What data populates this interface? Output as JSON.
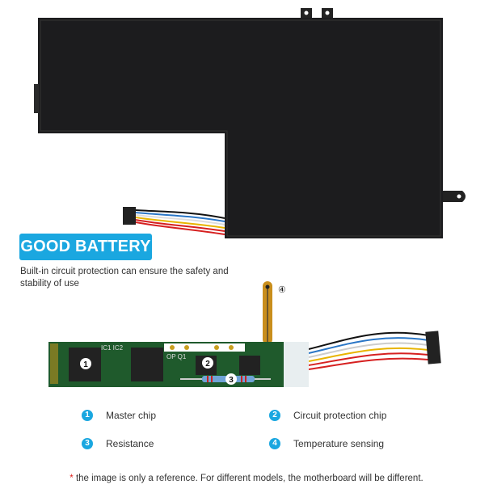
{
  "badge": "GOOD BATTERY",
  "description": "Built-in circuit protection can ensure the safety and stability of use",
  "board_labels": {
    "ic": "IC1 IC2",
    "op": "OP Q1",
    "m1": "1",
    "m2": "2",
    "m3": "3",
    "m4": "④"
  },
  "legend": [
    {
      "num": "1",
      "label": "Master chip"
    },
    {
      "num": "2",
      "label": "Circuit protection chip"
    },
    {
      "num": "3",
      "label": "Resistance"
    },
    {
      "num": "4",
      "label": "Temperature sensing"
    }
  ],
  "footnote": {
    "star": "*",
    "text": " the image is only a reference. For different models, the motherboard will be different."
  },
  "colors": {
    "accent": "#1aa7e0",
    "battery": "#1c1c1e",
    "pcb": "#1f5a2c"
  }
}
